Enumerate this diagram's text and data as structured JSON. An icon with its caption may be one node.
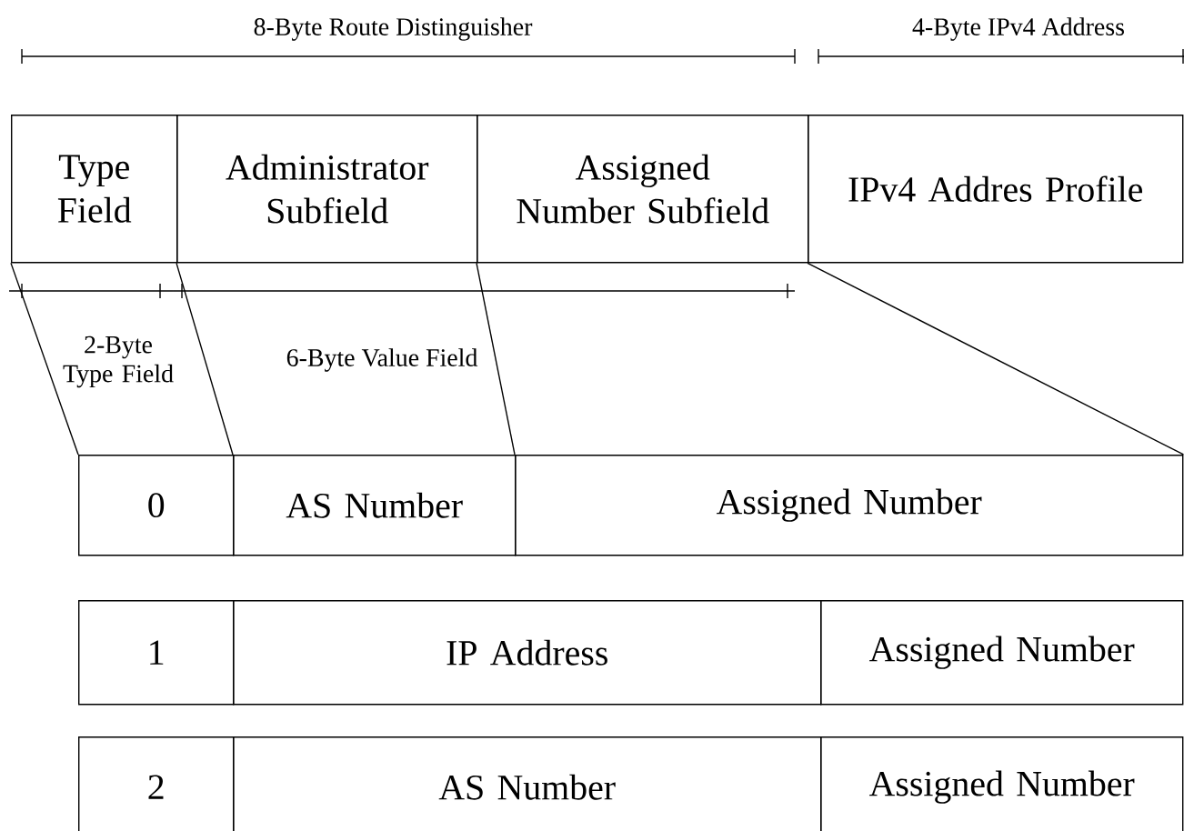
{
  "diagram": {
    "nodes": [
      {
        "text": [
          "Type Field"
        ]
      },
      {
        "text": [
          "Administrator Subfield"
        ]
      },
      {
        "text": [
          "Assigned Number Subfield"
        ]
      },
      {
        "text": [
          "IPv4 Addres Profile"
        ]
      },
      {
        "text": [
          "0"
        ]
      },
      {
        "text": [
          "AS Number"
        ]
      },
      {
        "text": [
          "Assigned Number"
        ]
      },
      {
        "text": [
          "1"
        ]
      },
      {
        "text": [
          "IP Address"
        ]
      },
      {
        "text": [
          "Assigned Number"
        ]
      },
      {
        "text": [
          "2"
        ]
      },
      {
        "text": [
          "AS Number"
        ]
      },
      {
        "text": [
          "Assigned Number"
        ]
      }
    ],
    "edges": [
      {
        "from": 0,
        "to": 4,
        "arrow": "none"
      },
      {
        "from": 1,
        "to": 5,
        "arrow": "none"
      },
      {
        "from": 2,
        "to": 6,
        "arrow": "none"
      },
      {
        "from": 3,
        "to": 6,
        "arrow": "none"
      }
    ],
    "labels": [
      "8-Byte Route Distinguisher",
      "4-Byte IPv4 Address",
      "2-Byte Type Field",
      "6-Byte Value Field"
    ]
  }
}
